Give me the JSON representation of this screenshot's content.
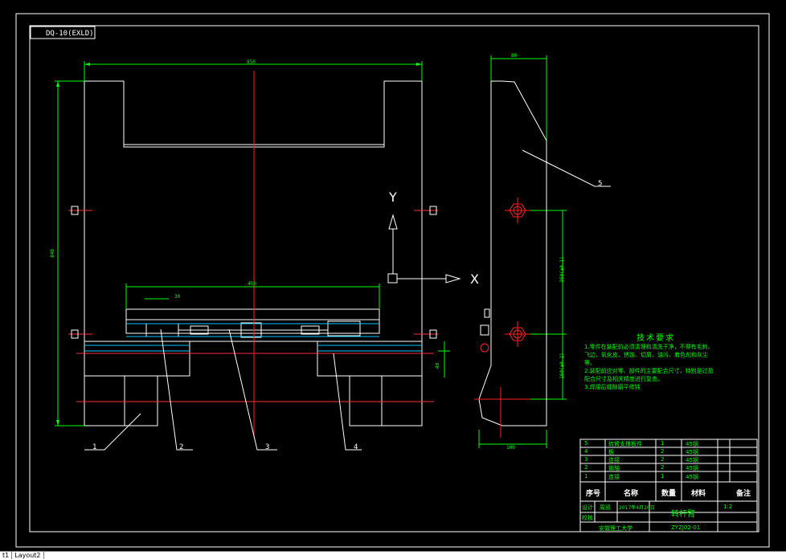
{
  "title_box": "DQ-10(EXLD)",
  "dims": {
    "top_width": "850",
    "right_top": "80",
    "left_height": "840",
    "inner_width": "450",
    "small_dim": "30",
    "right_mid": "360(±0.1)",
    "right_low": "160(±0.2)",
    "right_bottom": "100",
    "small_vertical": "40"
  },
  "ucs": {
    "y_label": "Y",
    "x_label": "X"
  },
  "callouts": [
    "1",
    "2",
    "3",
    "4",
    "5"
  ],
  "tech_req": {
    "title": "技术要求",
    "lines": [
      "1.零件在装配前必须清理和清洗干净，不得有毛刺、",
      "飞边、氧化皮、锈蚀、切屑、油污、着色剂和灰尘",
      "等。",
      "2.装配前应对零、部件的主要配合尺寸，特别是过盈",
      "配合尺寸及相关精度进行复查。",
      "3.焊接后缝隙磨平修钝"
    ]
  },
  "parts_table": {
    "rows": [
      [
        "5",
        "转臂支撑板件",
        "1",
        "45钢"
      ],
      [
        "4",
        "板",
        "2",
        "45钢"
      ],
      [
        "3",
        "连接",
        "2",
        "45钢"
      ],
      [
        "2",
        "销轴",
        "2",
        "45钢"
      ],
      [
        "1",
        "连接",
        "1",
        "45钢"
      ]
    ],
    "header": [
      "序号",
      "名称",
      "数量",
      "材料",
      "备注"
    ]
  },
  "title_block": {
    "designer_label": "设计",
    "designer": "周凯",
    "date": "2017年4月26日",
    "check_label": "校核",
    "drawing_name": "转杆臂",
    "scale": "1:2",
    "school": "安徽理工大学",
    "code": "ZYZJ02-01"
  },
  "layout_tabs": [
    "t1",
    "Layout2"
  ]
}
